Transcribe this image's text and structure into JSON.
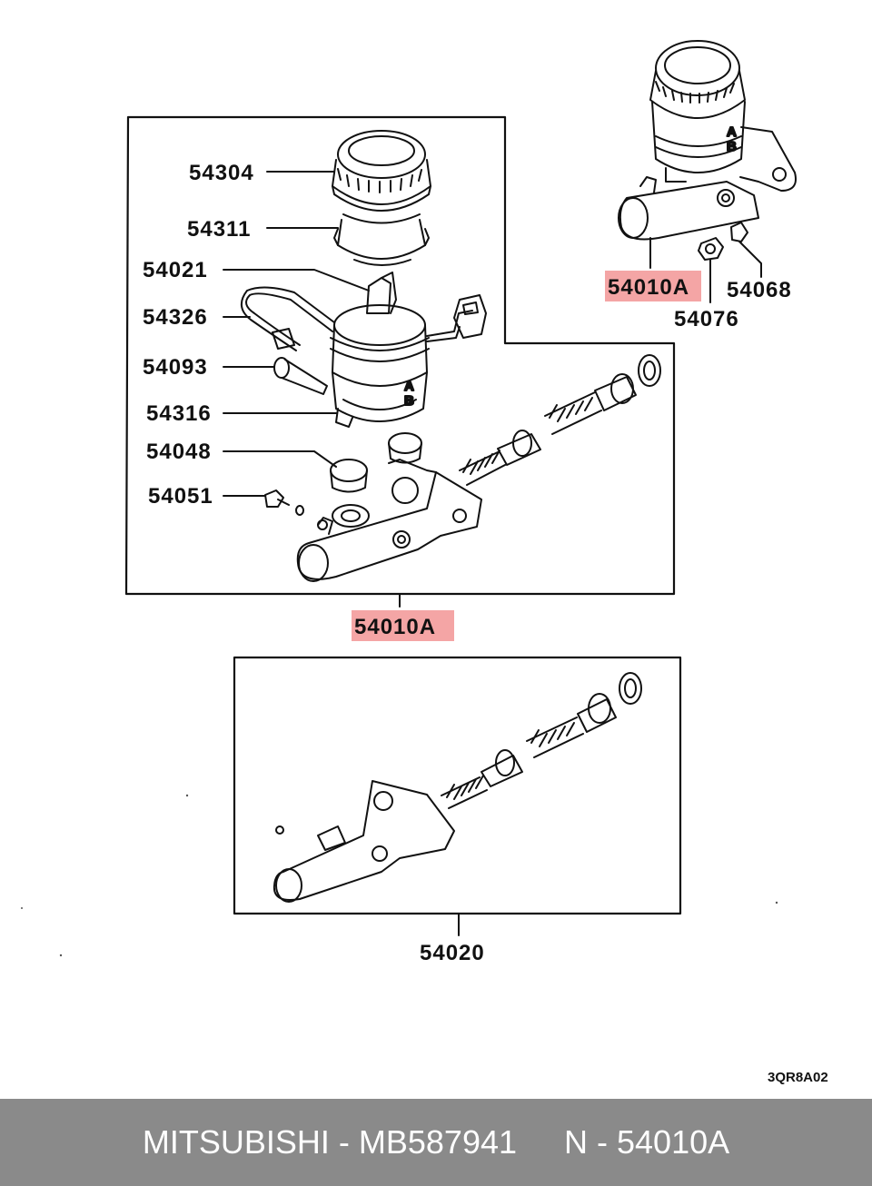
{
  "diagram": {
    "parts": {
      "p54304": "54304",
      "p54311": "54311",
      "p54021": "54021",
      "p54326": "54326",
      "p54093": "54093",
      "p54316": "54316",
      "p54048": "54048",
      "p54051": "54051",
      "p54010a_main": "54010A",
      "p54010a_inset": "54010A",
      "p54068": "54068",
      "p54076": "54076",
      "p54020": "54020"
    },
    "highlight_color": "#f4a5a5",
    "drawing_code": "3QR8A02"
  },
  "footer": {
    "part_info": "MITSUBISHI - MB587941",
    "ref_info": "N - 54010A",
    "background": "#8a8a8a"
  }
}
